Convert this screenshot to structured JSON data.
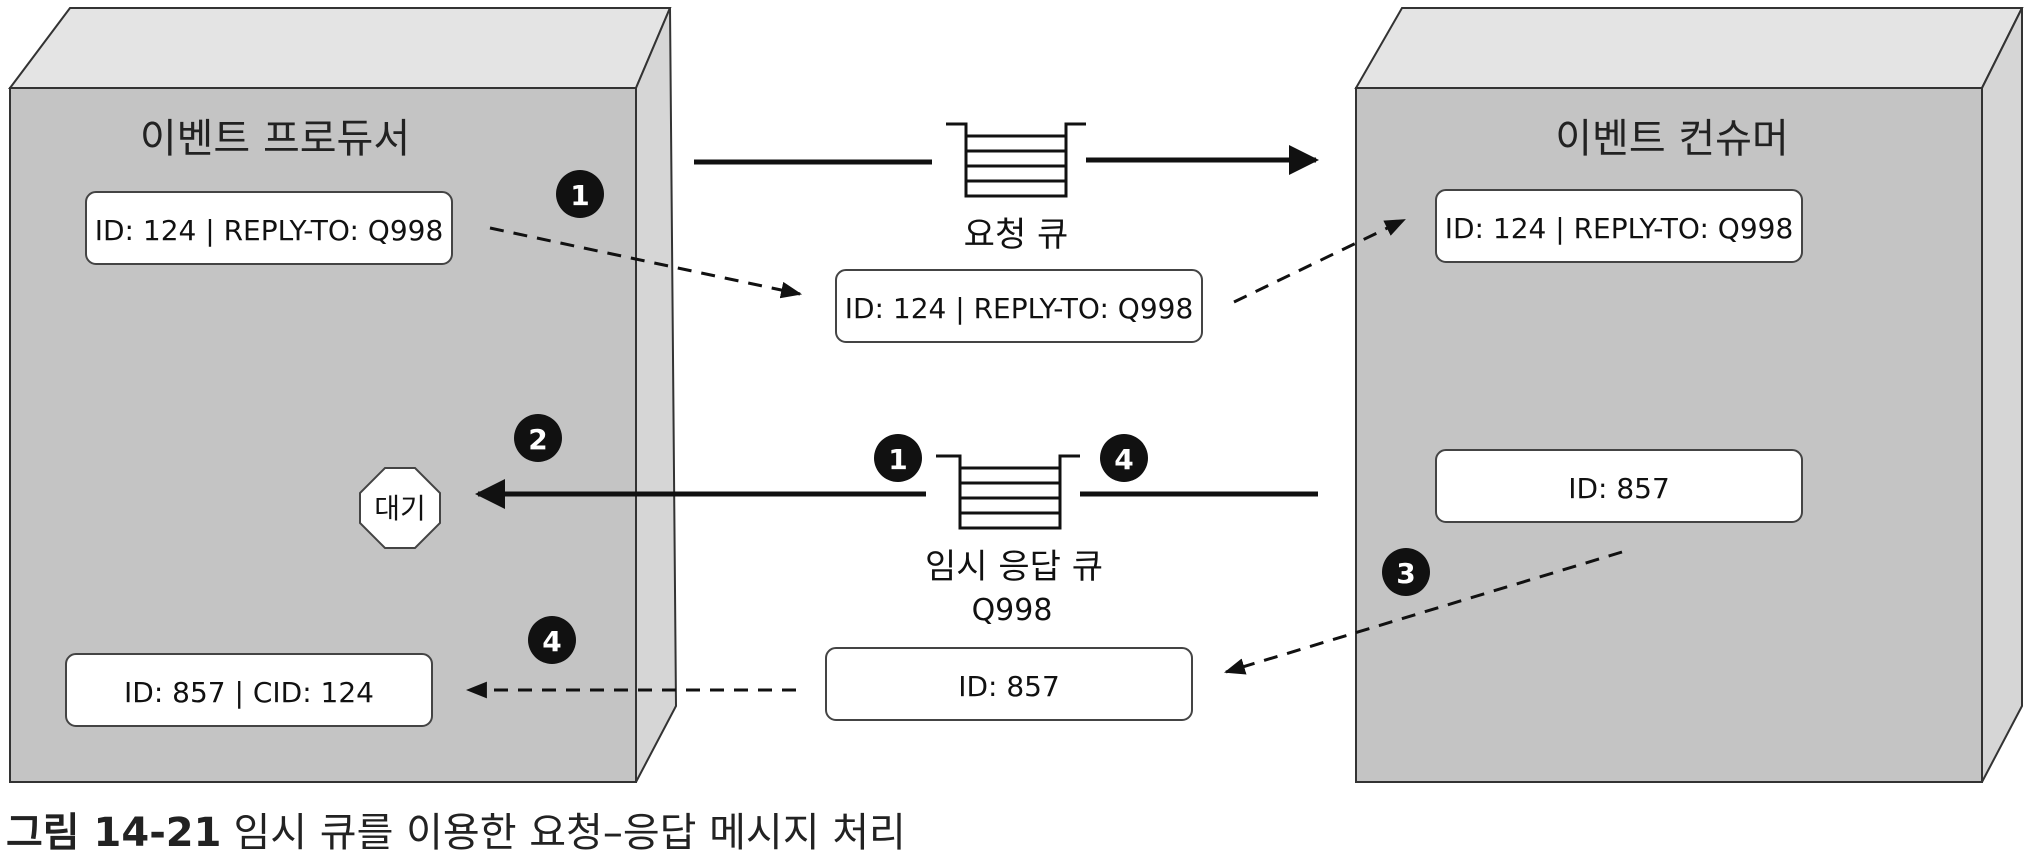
{
  "producer": {
    "title": "이벤트 프로듀서",
    "request_message": "ID: 124 | REPLY-TO: Q998",
    "wait_label": "대기",
    "response_message": "ID: 857 | CID: 124"
  },
  "consumer": {
    "title": "이벤트 컨슈머",
    "request_message": "ID: 124 | REPLY-TO: Q998",
    "response_message": "ID: 857"
  },
  "request_queue": {
    "label": "요청 큐",
    "message": "ID: 124 | REPLY-TO: Q998"
  },
  "reply_queue": {
    "label": "임시 응답 큐",
    "name": "Q998",
    "message": "ID: 857"
  },
  "steps": {
    "one": "1",
    "two": "2",
    "three": "3",
    "four": "4"
  },
  "caption": {
    "figure": "그림 14-21",
    "text": "임시 큐를 이용한 요청–응답 메시지 처리"
  },
  "colors": {
    "box_face": "#c4c4c4",
    "box_top": "#e4e4e4",
    "box_side": "#d6d6d6",
    "line": "#111111",
    "badge": "#111111",
    "card": "#ffffff"
  }
}
